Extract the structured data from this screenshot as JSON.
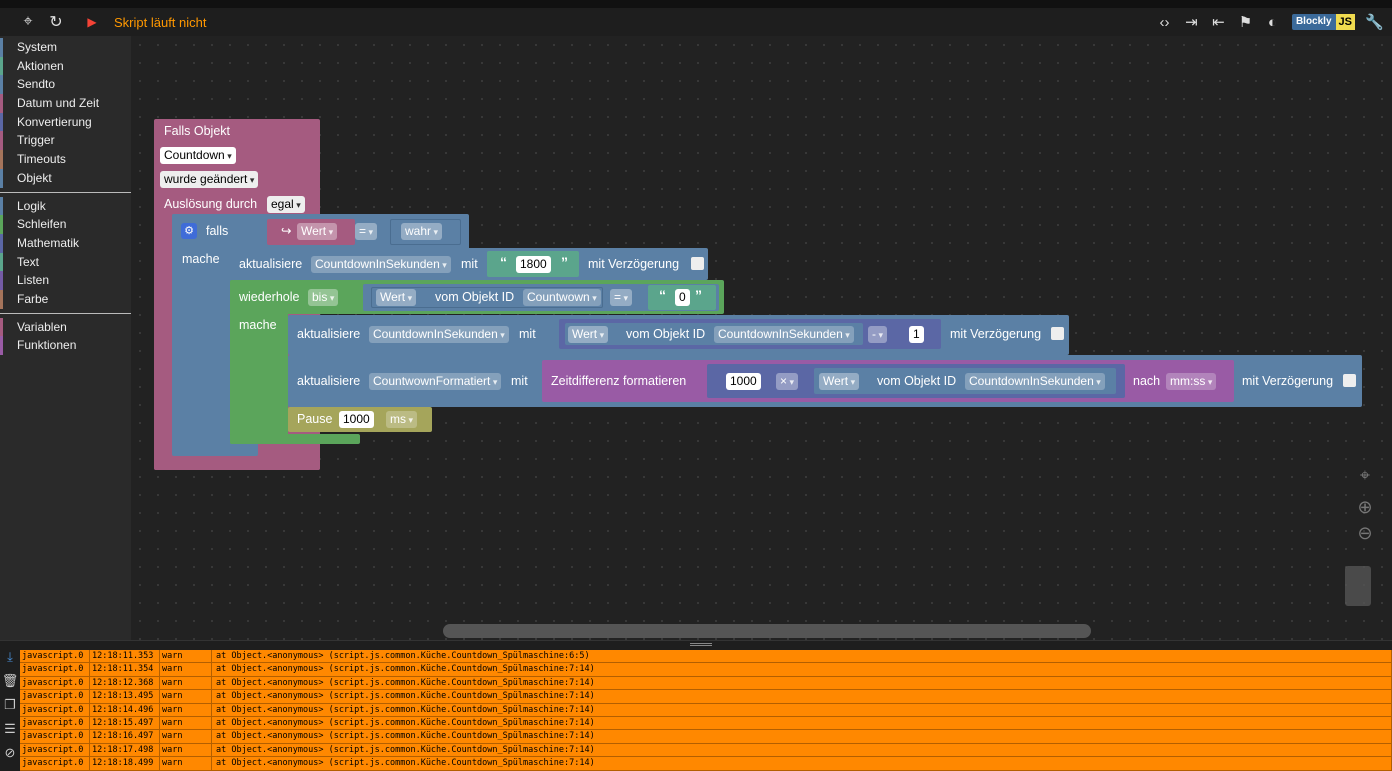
{
  "toolbar": {
    "status": "Skript läuft nicht",
    "badge_blockly": "Blockly",
    "badge_js": "JS",
    "icons": [
      "locate-icon",
      "reload-icon",
      "play-icon",
      "code-icon",
      "export-icon",
      "import-icon",
      "flag-icon",
      "theme-icon",
      "wrench-icon"
    ]
  },
  "sidebar": {
    "group1": [
      {
        "label": "System",
        "color": "#5b80a5"
      },
      {
        "label": "Aktionen",
        "color": "#5ba58c"
      },
      {
        "label": "Sendto",
        "color": "#5b80a5"
      },
      {
        "label": "Datum und Zeit",
        "color": "#a55b80"
      },
      {
        "label": "Konvertierung",
        "color": "#5b67a5"
      },
      {
        "label": "Trigger",
        "color": "#a55b80"
      },
      {
        "label": "Timeouts",
        "color": "#a5745b"
      },
      {
        "label": "Objekt",
        "color": "#5b80a5"
      }
    ],
    "group2": [
      {
        "label": "Logik",
        "color": "#5b80a5"
      },
      {
        "label": "Schleifen",
        "color": "#5ba55b"
      },
      {
        "label": "Mathematik",
        "color": "#5b67a5"
      },
      {
        "label": "Text",
        "color": "#5ba58c"
      },
      {
        "label": "Listen",
        "color": "#745ba5"
      },
      {
        "label": "Farbe",
        "color": "#a5745b"
      }
    ],
    "group3": [
      {
        "label": "Variablen",
        "color": "#a55b80"
      },
      {
        "label": "Funktionen",
        "color": "#995ba5"
      }
    ]
  },
  "blocks": {
    "trigger_title": "Falls Objekt",
    "trigger_object": "Countdown",
    "trigger_mode": "wurde geändert",
    "trigger_cause_label": "Auslösung durch",
    "trigger_cause": "egal",
    "if_label": "falls",
    "do_label": "mache",
    "cond_value": "Wert",
    "cond_op": "=",
    "cond_bool": "wahr",
    "update_label": "aktualisiere",
    "with_label": "mit",
    "delay_label": "mit Verzögerung",
    "upd1_var": "CountdownInSekunden",
    "upd1_value": "1800",
    "repeat_label": "wiederhole",
    "repeat_mode": "bis",
    "value_label": "Wert",
    "from_object_label": "vom Objekt ID",
    "rep_object": "Countwown",
    "rep_op": "=",
    "rep_value": "0",
    "loop_do_label": "mache",
    "upd2_var": "CountdownInSekunden",
    "upd2_object": "CountdownInSekunden",
    "upd2_op": "-",
    "upd2_num": "1",
    "upd3_var": "CountwownFormatiert",
    "timediff_label": "Zeitdifferenz formatieren",
    "timediff_num": "1000",
    "timediff_op": "×",
    "timediff_object": "CountdownInSekunden",
    "after_label": "nach",
    "format": "mm:ss",
    "pause_label": "Pause",
    "pause_value": "1000",
    "pause_unit": "ms"
  },
  "log": [
    {
      "src": "javascript.0",
      "time": "12:18:11.353",
      "level": "warn",
      "msg": "at Object.<anonymous> (script.js.common.Küche.Countdown_Spülmaschine:6:5)"
    },
    {
      "src": "javascript.0",
      "time": "12:18:11.354",
      "level": "warn",
      "msg": "at Object.<anonymous> (script.js.common.Küche.Countdown_Spülmaschine:7:14)"
    },
    {
      "src": "javascript.0",
      "time": "12:18:12.368",
      "level": "warn",
      "msg": "at Object.<anonymous> (script.js.common.Küche.Countdown_Spülmaschine:7:14)"
    },
    {
      "src": "javascript.0",
      "time": "12:18:13.495",
      "level": "warn",
      "msg": "at Object.<anonymous> (script.js.common.Küche.Countdown_Spülmaschine:7:14)"
    },
    {
      "src": "javascript.0",
      "time": "12:18:14.496",
      "level": "warn",
      "msg": "at Object.<anonymous> (script.js.common.Küche.Countdown_Spülmaschine:7:14)"
    },
    {
      "src": "javascript.0",
      "time": "12:18:15.497",
      "level": "warn",
      "msg": "at Object.<anonymous> (script.js.common.Küche.Countdown_Spülmaschine:7:14)"
    },
    {
      "src": "javascript.0",
      "time": "12:18:16.497",
      "level": "warn",
      "msg": "at Object.<anonymous> (script.js.common.Küche.Countdown_Spülmaschine:7:14)"
    },
    {
      "src": "javascript.0",
      "time": "12:18:17.498",
      "level": "warn",
      "msg": "at Object.<anonymous> (script.js.common.Küche.Countdown_Spülmaschine:7:14)"
    },
    {
      "src": "javascript.0",
      "time": "12:18:18.499",
      "level": "warn",
      "msg": "at Object.<anonymous> (script.js.common.Küche.Countdown_Spülmaschine:7:14)"
    }
  ]
}
